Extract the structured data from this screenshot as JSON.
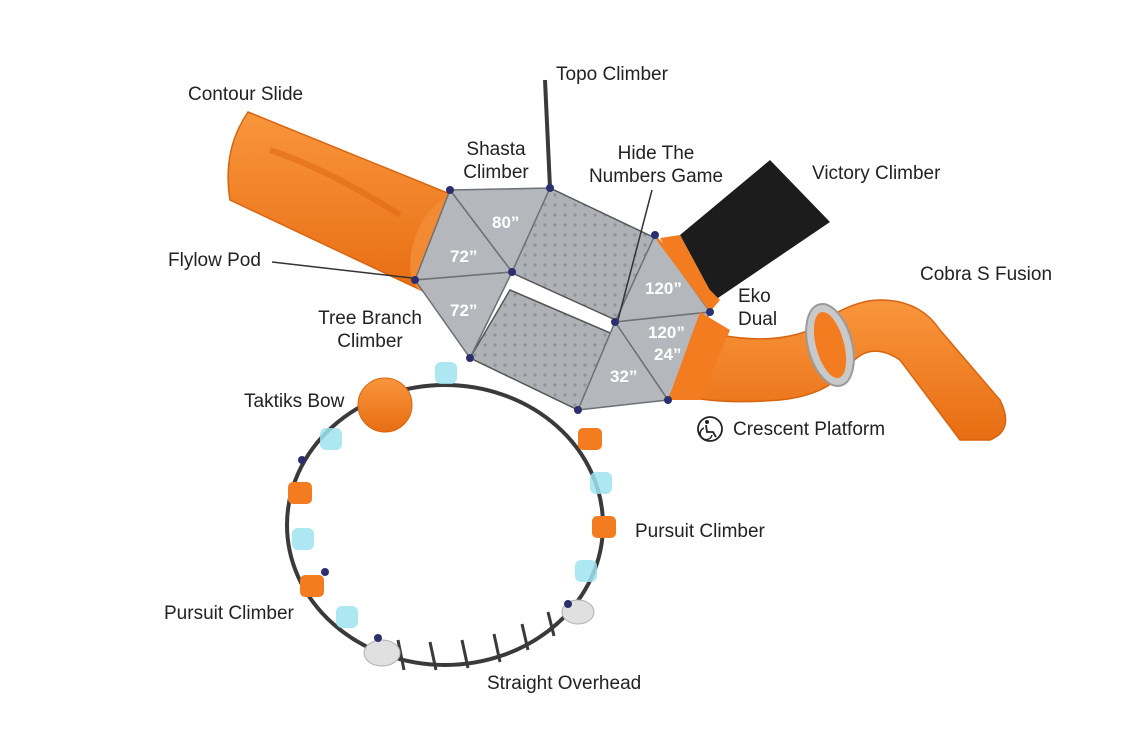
{
  "labels": {
    "contour_slide": "Contour Slide",
    "topo_climber": "Topo Climber",
    "shasta_climber_l1": "Shasta",
    "shasta_climber_l2": "Climber",
    "hide_numbers_l1": "Hide The",
    "hide_numbers_l2": "Numbers Game",
    "victory_climber": "Victory Climber",
    "flylow_pod": "Flylow Pod",
    "cobra_fusion": "Cobra S Fusion",
    "eko_dual_l1": "Eko",
    "eko_dual_l2": "Dual",
    "tree_branch_l1": "Tree Branch",
    "tree_branch_l2": "Climber",
    "taktiks_bow": "Taktiks Bow",
    "crescent_platform": "Crescent Platform",
    "pursuit_climber_right": "Pursuit Climber",
    "pursuit_climber_left": "Pursuit Climber",
    "straight_overhead": "Straight Overhead"
  },
  "deck_heights": {
    "left_top": "80”",
    "left_mid": "72”",
    "left_low": "72”",
    "right_top": "120”",
    "right_mid": "120”",
    "right_sub": "24”",
    "right_low": "32”"
  },
  "icons": {
    "crescent_platform_icon": "accessibility-icon"
  },
  "colors": {
    "slide_orange": "#f47c20",
    "deck_gray": "#a8acb0",
    "post_navy": "#2b2f6e",
    "panel_black": "#1c1c1c",
    "pod_cyan": "#9fe3ef"
  }
}
